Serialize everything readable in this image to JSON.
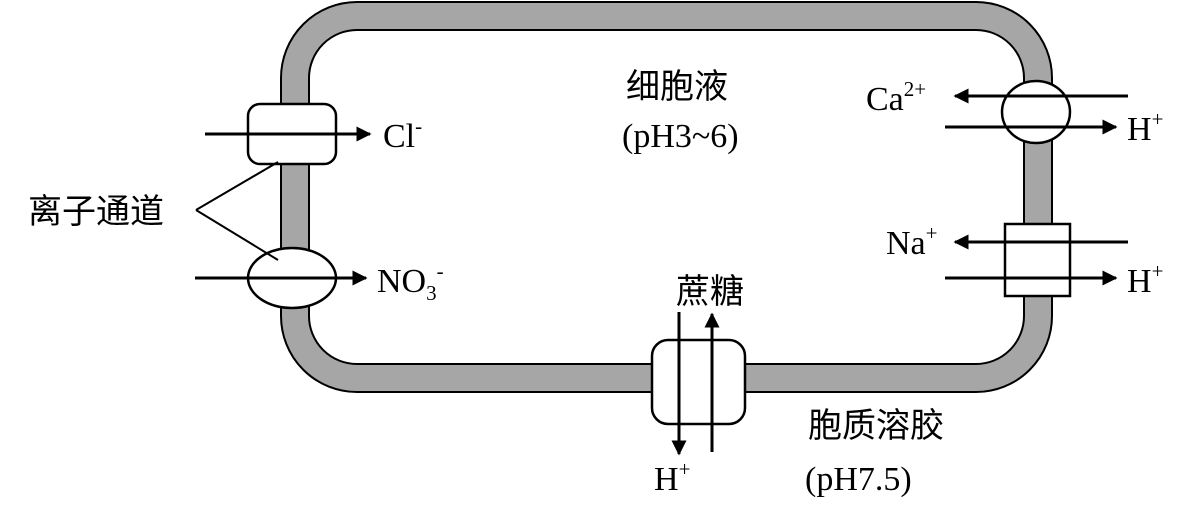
{
  "labels": {
    "cytosol_title": "细胞液",
    "cytosol_ph": "(pH3~6)",
    "cytoplasm_title": "胞质溶胶",
    "cytoplasm_ph": "(pH7.5)",
    "ion_channel": "离子通道",
    "sucrose": "蔗糖"
  },
  "ions": {
    "cl": {
      "base": "Cl",
      "sup": "-"
    },
    "no3": {
      "base": "NO",
      "sub": "3",
      "sup": "-"
    },
    "ca": {
      "base": "Ca",
      "sup": "2+"
    },
    "na": {
      "base": "Na",
      "sup": "+"
    },
    "h_top": {
      "base": "H",
      "sup": "+"
    },
    "h_mid": {
      "base": "H",
      "sup": "+"
    },
    "h_bottom": {
      "base": "H",
      "sup": "+"
    }
  },
  "colors": {
    "membrane": "#a6a6a6",
    "stroke": "#000000",
    "background": "#ffffff"
  }
}
